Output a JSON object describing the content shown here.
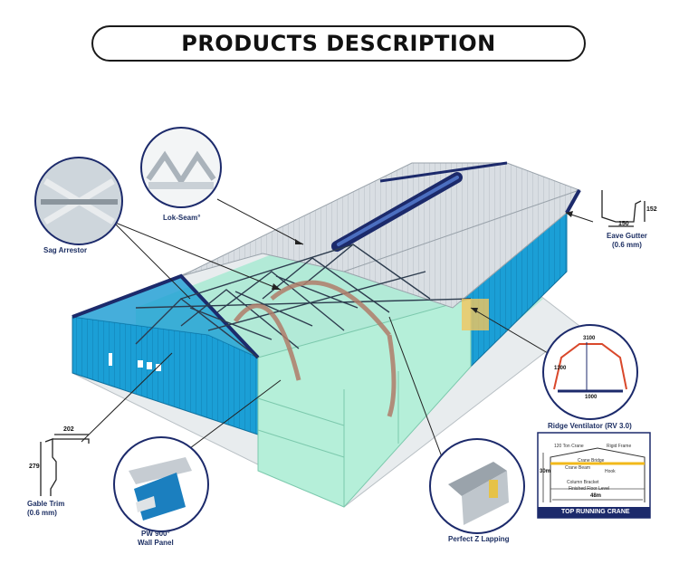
{
  "header": {
    "title": "PRODUCTS DESCRIPTION"
  },
  "callouts": {
    "sag_arrestor": {
      "label": "Sag Arrestor"
    },
    "lok_seam": {
      "label": "Lok-Seam°"
    },
    "eave_gutter": {
      "label_line1": "Eave Gutter",
      "label_line2": "(0.6 mm)",
      "dim_width": "150",
      "dim_height": "152"
    },
    "ridge_ventilator": {
      "label": "Ridge Ventilator (RV 3.0)",
      "dim_top": "3100",
      "dim_side": "1300",
      "dim_bottom": "1000"
    },
    "gable_trim": {
      "label_line1": "Gable Trim",
      "label_line2": "(0.6 mm)",
      "dim_width": "202",
      "dim_height": "279"
    },
    "pw_panel": {
      "label_line1": "PW 900°",
      "label_line2": "Wall Panel"
    },
    "z_lapping": {
      "label": "Perfect Z Lapping"
    },
    "crane": {
      "label": "TOP RUNNING CRANE",
      "tags": [
        "120 Ton Crane",
        "Rigid Frame",
        "Crane Bridge",
        "Crane Beam",
        "Hook",
        "Column Bracket",
        "Finished Floor Level"
      ],
      "dim_height": "30m",
      "dim_span": "48m"
    }
  },
  "colors": {
    "wall_blue": "#1b9fd6",
    "interior_green": "#a8ead2",
    "roof_gray": "#d8dde2",
    "label_navy": "#1d2f63",
    "trim_navy": "#1c2a6b"
  }
}
